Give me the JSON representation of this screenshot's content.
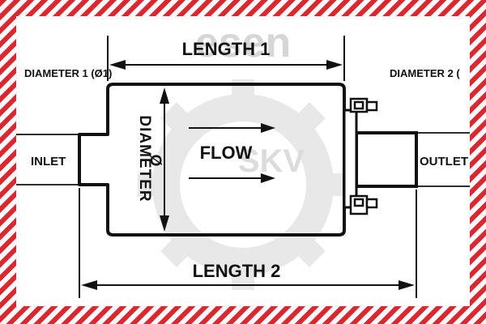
{
  "watermark": {
    "logo_text": "esen",
    "brand_text": "SKV"
  },
  "labels": {
    "length_1": "LENGTH 1",
    "length_2": "LENGTH 2",
    "diameter_1": "DIAMETER 1 (Ø1)",
    "diameter_2": "DIAMETER 2 (",
    "inlet": "INLET",
    "outlet": "OUTLET",
    "flow": "FLOW",
    "diameter_vertical": "DIAMETER",
    "diameter_symbol": "Ø"
  },
  "colors": {
    "stripe": "#d9282f",
    "line": "#111111",
    "watermark": "#d0d0d0"
  }
}
